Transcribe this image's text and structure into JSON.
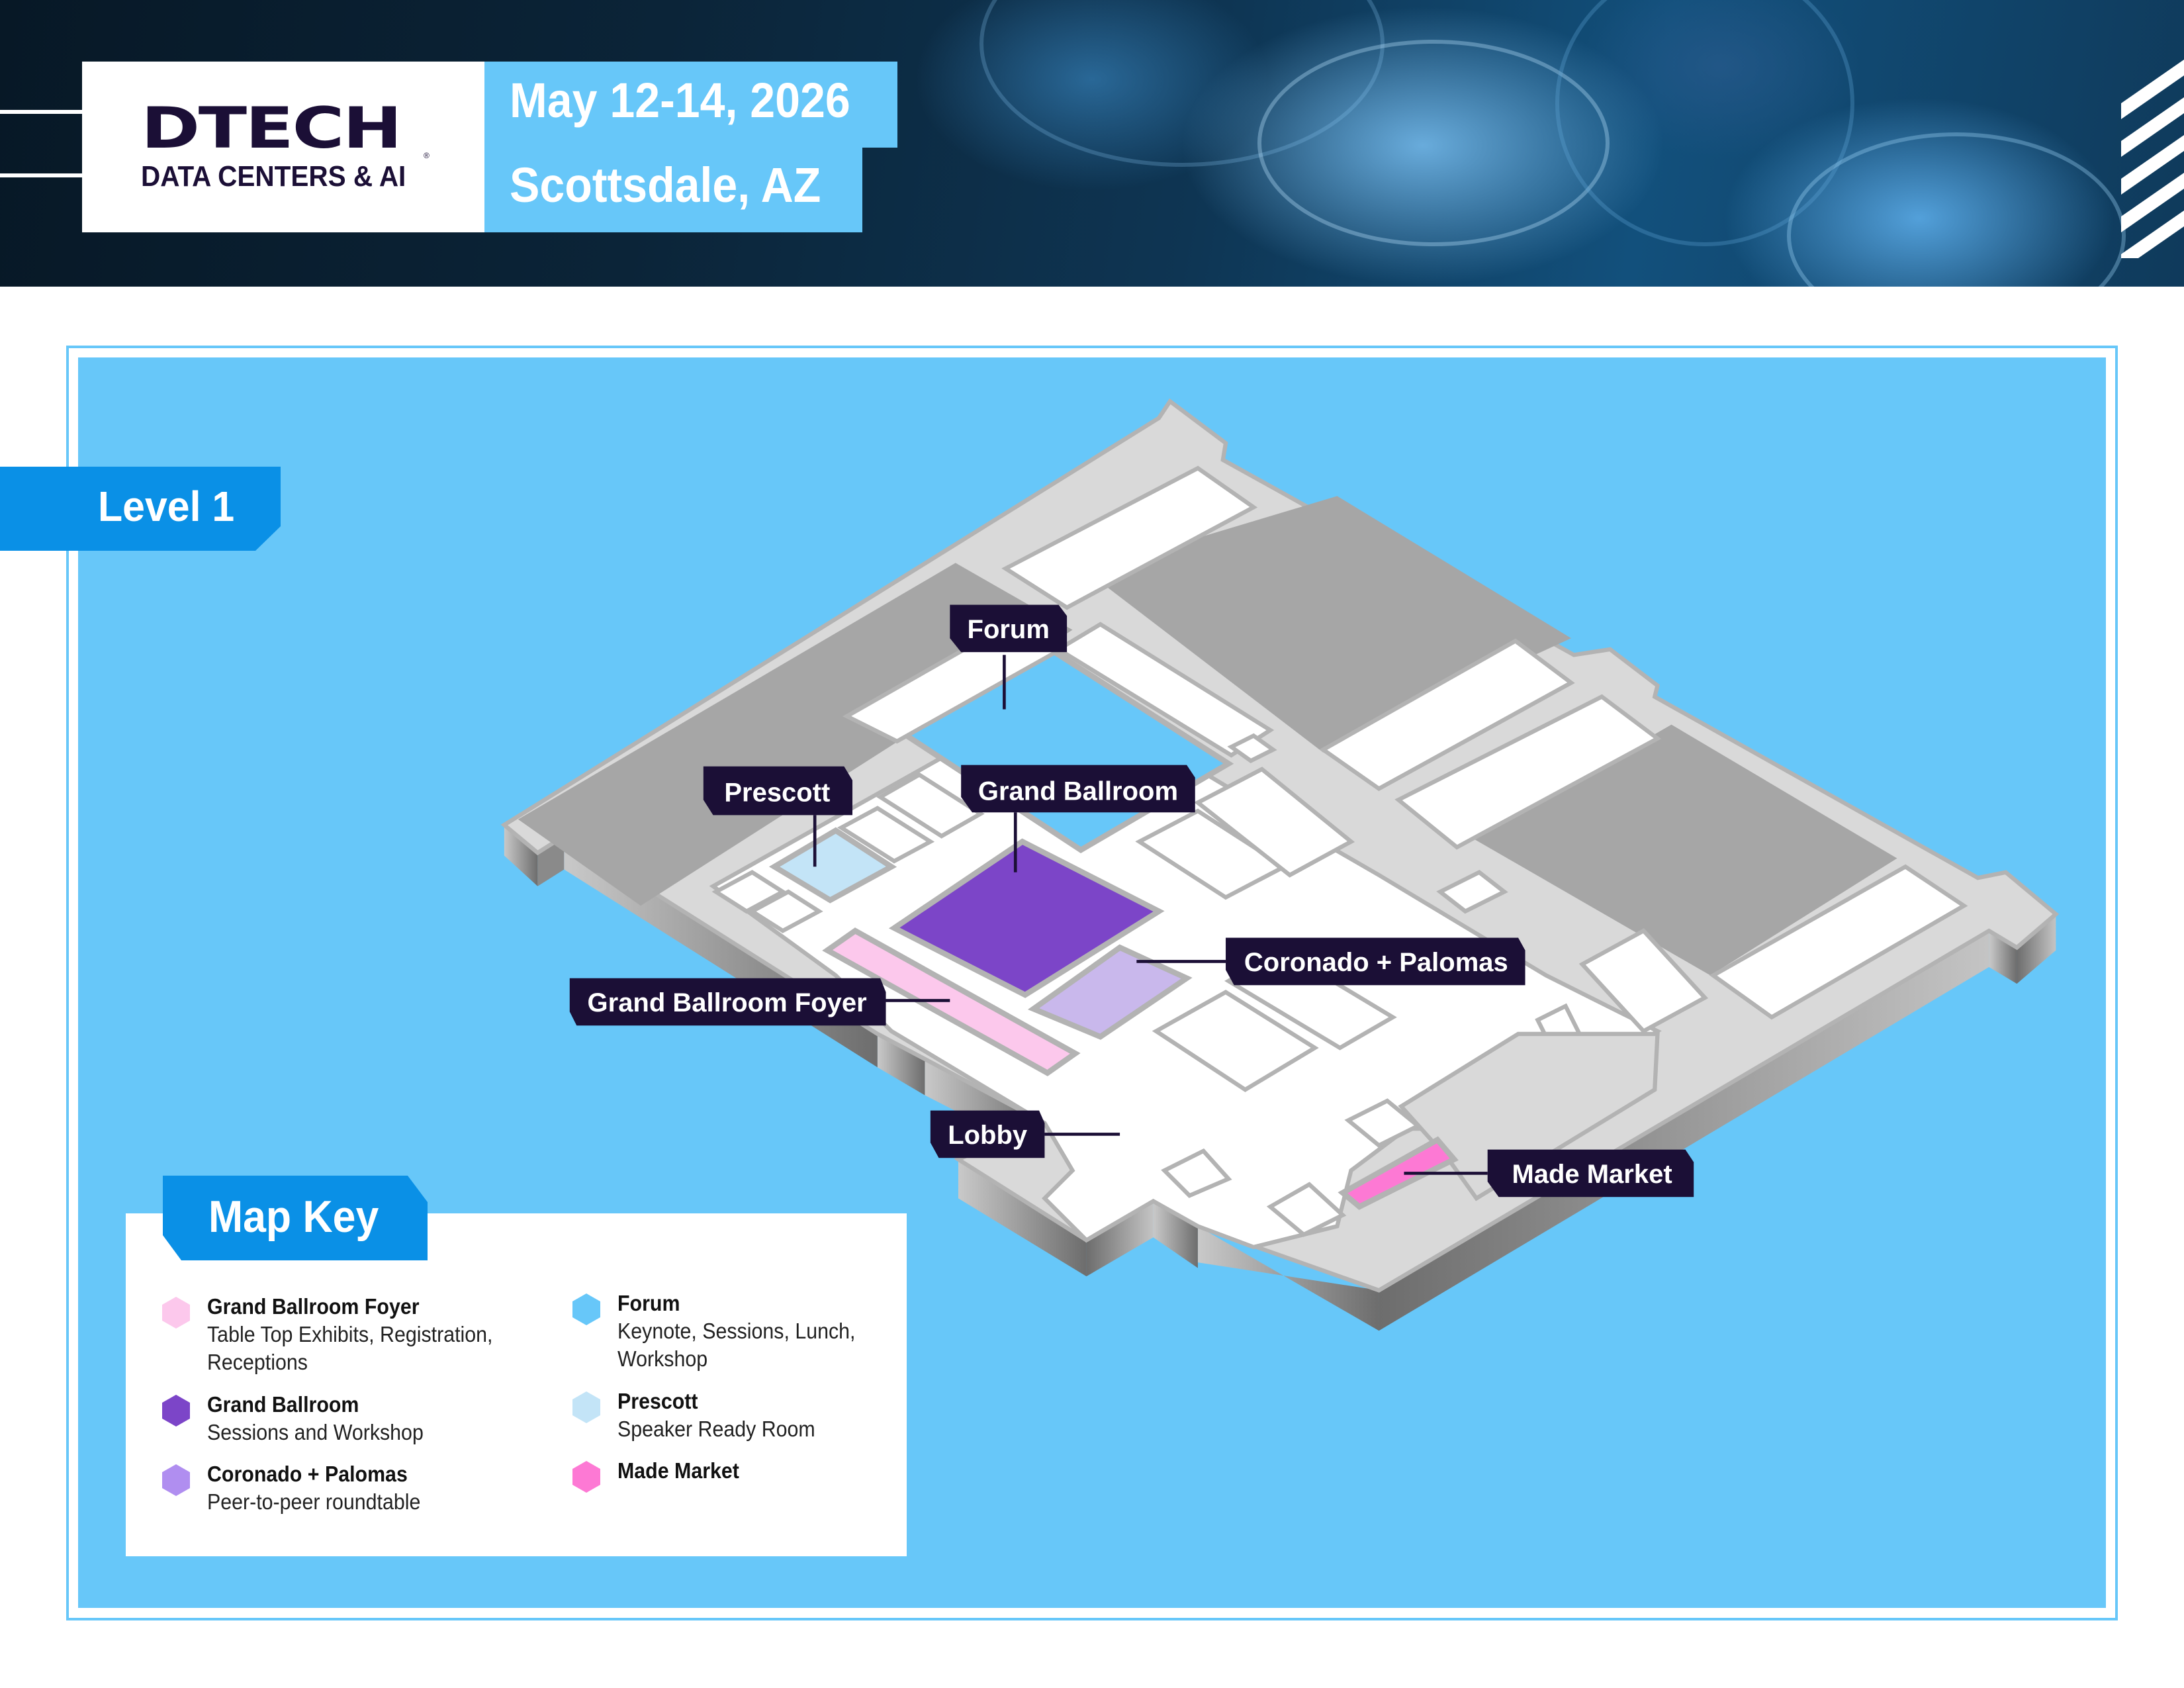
{
  "header": {
    "brand": {
      "name": "DTECH",
      "registered_mark": "®",
      "subtitle": "DATA CENTERS & AI"
    },
    "date": "May 12-14, 2026",
    "location": "Scottsdale, AZ"
  },
  "level": {
    "label": "Level 1"
  },
  "colors": {
    "sky_blue": "#67c7f9",
    "tag_blue": "#0a90e6",
    "label_navy": "#1b0f36",
    "grand_ballroom": "#7c45c8",
    "coronado_palomas": "#c9b8ec",
    "grand_ballroom_foyer": "#fcc8ec",
    "made_market": "#fd79d4",
    "prescott": "#c3e4f7",
    "forum": "#67c7f9",
    "floor_white": "#ffffff",
    "wall_gray": "#b3b3b3",
    "service_gray": "#a6a6a6",
    "corridor_gray": "#d9d9d9"
  },
  "map": {
    "labels": [
      {
        "id": "forum",
        "text": "Forum"
      },
      {
        "id": "prescott",
        "text": "Prescott"
      },
      {
        "id": "grand-ballroom",
        "text": "Grand Ballroom"
      },
      {
        "id": "coronado-palomas",
        "text": "Coronado + Palomas"
      },
      {
        "id": "grand-ballroom-foyer",
        "text": "Grand Ballroom Foyer"
      },
      {
        "id": "lobby",
        "text": "Lobby"
      },
      {
        "id": "made-market",
        "text": "Made Market"
      }
    ]
  },
  "map_key": {
    "title": "Map Key",
    "items": [
      {
        "name": "Grand Ballroom Foyer",
        "description": "Table Top Exhibits, Registration, Receptions",
        "color": "#fcc8ec"
      },
      {
        "name": "Grand Ballroom",
        "description": "Sessions and Workshop",
        "color": "#7c45c8"
      },
      {
        "name": "Coronado + Palomas",
        "description": "Peer-to-peer roundtable",
        "color": "#b08ef0"
      },
      {
        "name": "Forum",
        "description": "Keynote, Sessions, Lunch, Workshop",
        "color": "#67c7f9"
      },
      {
        "name": "Prescott",
        "description": "Speaker Ready Room",
        "color": "#c3e4f7"
      },
      {
        "name": "Made Market",
        "description": "",
        "color": "#fd79d4"
      }
    ]
  }
}
